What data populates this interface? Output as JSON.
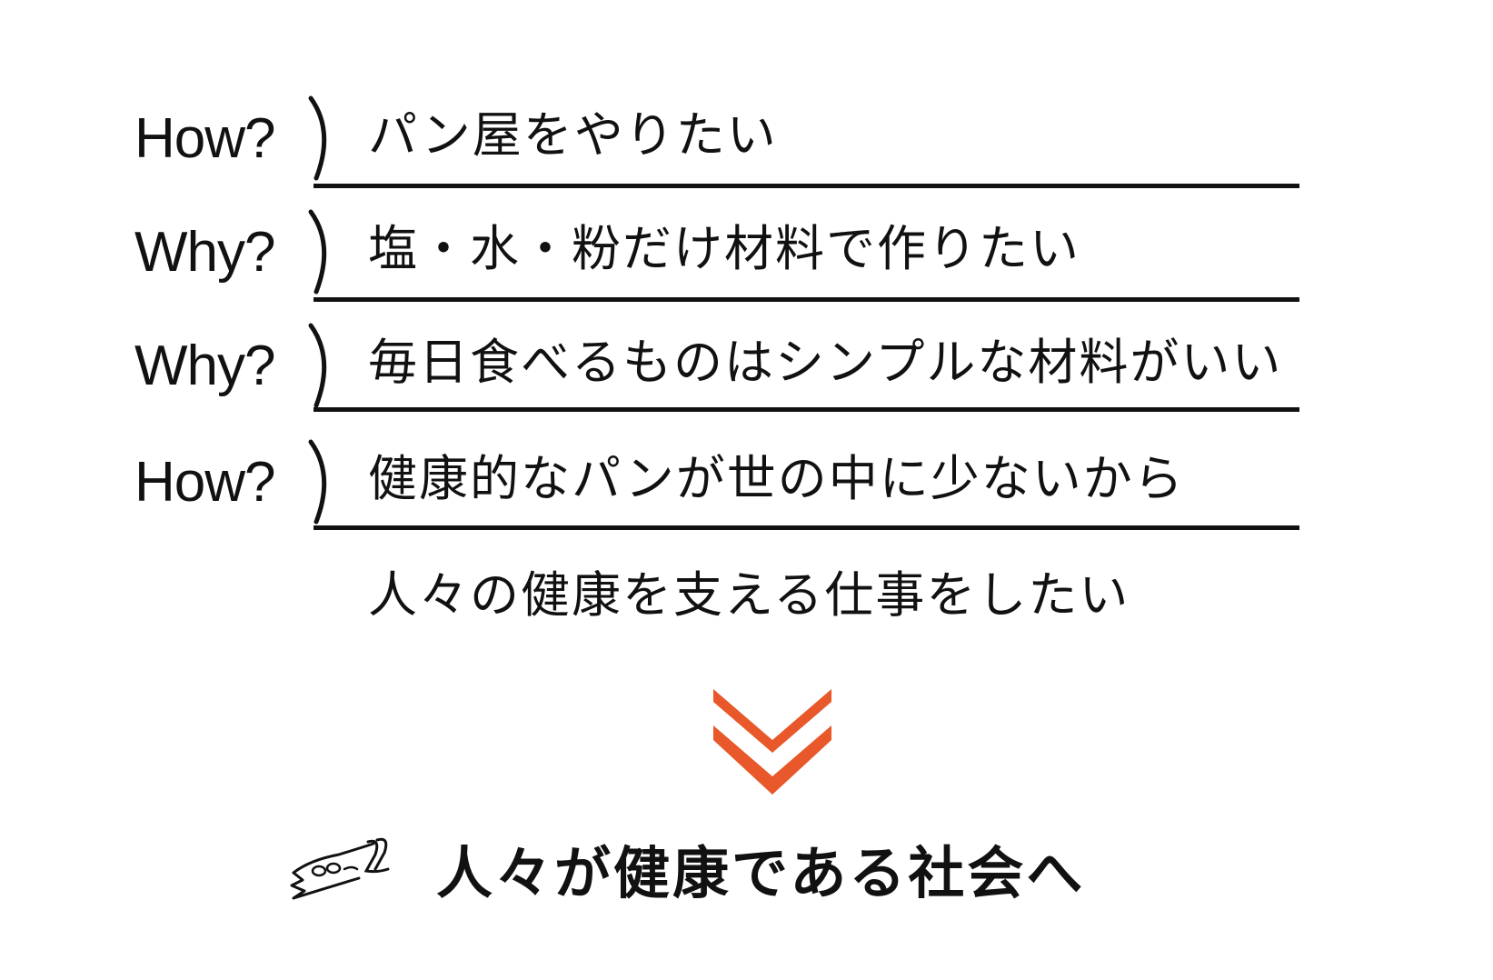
{
  "rows": [
    {
      "label": "How?",
      "text": "パン屋をやりたい"
    },
    {
      "label": "Why?",
      "text": "塩・水・粉だけ材料で作りたい"
    },
    {
      "label": "Why?",
      "text": "毎日食べるものはシンプルな材料がいい"
    },
    {
      "label": "How?",
      "text": "健康的なパンが世の中に少ないから"
    }
  ],
  "conclusion": "人々の健康を支える仕事をしたい",
  "goal": "人々が健康である社会へ",
  "arrow_color": "#e8582a",
  "line_color": "#111111",
  "icons": {
    "arrow": "double-chevron-down-icon",
    "mascot": "doodle-character-icon",
    "bracket": "curved-bracket-icon"
  }
}
